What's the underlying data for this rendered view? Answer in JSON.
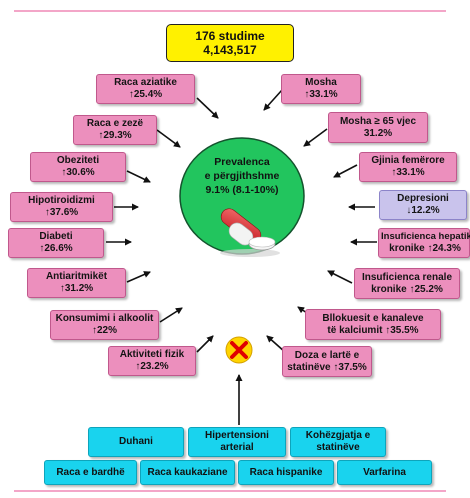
{
  "header": {
    "studies": "176 studime",
    "participants": "4,143,517"
  },
  "center": {
    "title_line1": "Prevalenca",
    "title_line2": "e përgjithshme",
    "value": "9.1% (8.1-10%)"
  },
  "factors": {
    "race_asian": {
      "label": "Raca aziatike",
      "value": "25.4%",
      "direction": "up"
    },
    "race_black": {
      "label": "Raca e zezë",
      "value": "29.3%",
      "direction": "up"
    },
    "obesity": {
      "label": "Obeziteti",
      "value": "30.6%",
      "direction": "up"
    },
    "hypothyroidism": {
      "label": "Hipotiroidizmi",
      "value": "37.6%",
      "direction": "up"
    },
    "diabetes": {
      "label": "Diabeti",
      "value": "26.6%",
      "direction": "up"
    },
    "antiarrhythmics": {
      "label": "Antiaritmikët",
      "value": "31.2%",
      "direction": "up"
    },
    "tobacco_alcohol": {
      "label": "Konsumimi i alkoolit",
      "value": "22%",
      "direction": "up"
    },
    "physical_activity": {
      "label": "Aktiviteti fizik",
      "value": "23.2%",
      "direction": "up"
    },
    "age": {
      "label": "Mosha",
      "value": "33.1%",
      "direction": "up"
    },
    "age65_line1": "Mosha ≥ 65 vjec",
    "age65_value": "31.2%",
    "female": {
      "label": "Gjinia femërore",
      "value": "33.1%",
      "direction": "up"
    },
    "depression": {
      "label": "Depresioni",
      "value": "12.2%",
      "direction": "down"
    },
    "hepatic_line1": "Insuficienca hepatike",
    "hepatic_line2": "kronike",
    "hepatic_value": "24.3%",
    "renal_line1": "Insuficienca renale",
    "renal_line2": "kronike",
    "renal_value": "25.2%",
    "ccb_line1": "Bllokuesit e kanaleve",
    "ccb_line2": "të kalciumit",
    "ccb_value": "35.5%",
    "statin_line1": "Doza e lartë e",
    "statin_line2": "statinëve",
    "statin_value": "37.5%"
  },
  "arrow_symbols": {
    "up": "↑",
    "down": "↓"
  },
  "no_effect": {
    "row1": [
      "Duhani",
      "Hipertensioni arterial",
      "Kohëzgjatja e statinëve"
    ],
    "row2": [
      "Raca e bardhë",
      "Raca kaukaziane",
      "Raca hispanike",
      "Varfarina"
    ]
  },
  "colors": {
    "pink": "#ec8fbd",
    "lavender": "#c9c3ec",
    "yellow": "#fff100",
    "green": "#22c55e",
    "cyan": "#19d3ee",
    "rule": "#f3a6c8"
  }
}
